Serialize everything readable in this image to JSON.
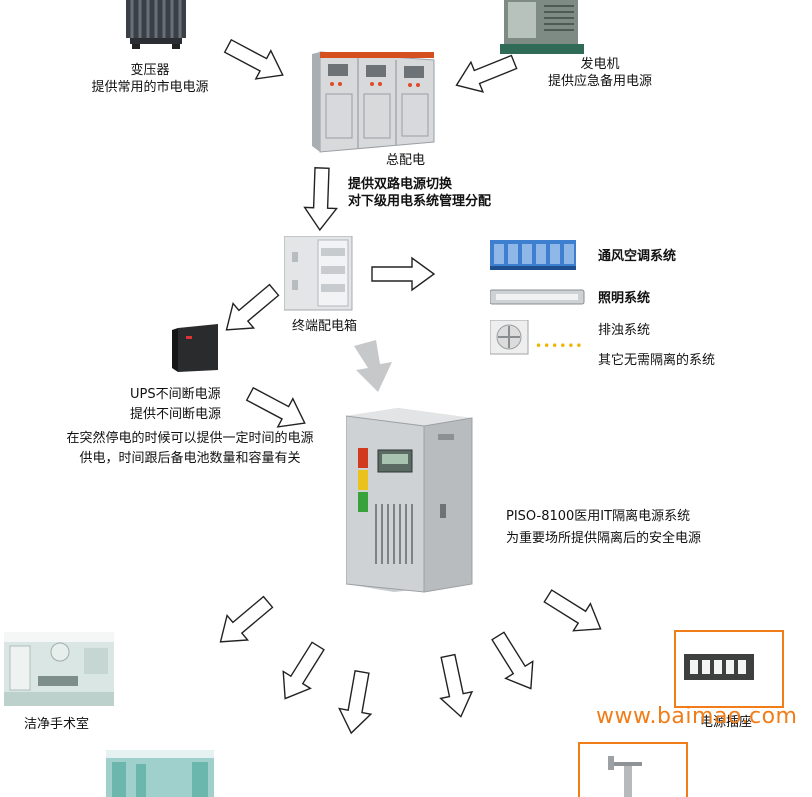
{
  "labels": {
    "transformer": [
      "变压器",
      "提供常用的市电电源"
    ],
    "generator": [
      "发电机",
      "提供应急备用电源"
    ],
    "main_dist": "总配电",
    "main_dist_desc": [
      "提供双路电源切换",
      "对下级用电系统管理分配"
    ],
    "terminal_box": "终端配电箱",
    "hvac": "通风空调系统",
    "lighting": "照明系统",
    "exhaust": "排浊系统",
    "other": "其它无需隔离的系统",
    "ups_desc": [
      "UPS不间断电源",
      "提供不间断电源",
      "在突然停电的时候可以提供一定时间的电源",
      "供电，时间跟后备电池数量和容量有关"
    ],
    "piso_desc": [
      "PISO-8100医用IT隔离电源系统",
      "为重要场所提供隔离后的安全电源"
    ],
    "operating_room": "洁净手术室",
    "socket_panel": "电源插座"
  },
  "watermark": "www.baimao.com",
  "colors": {
    "accent_orange": "#f07d17",
    "red_strip": "#d23a1f",
    "yellow_strip": "#e9c21c",
    "green_strip": "#3aa23a",
    "cabinet_grey": "#c9ccce",
    "hvac_blue": "#3f7fd0"
  }
}
